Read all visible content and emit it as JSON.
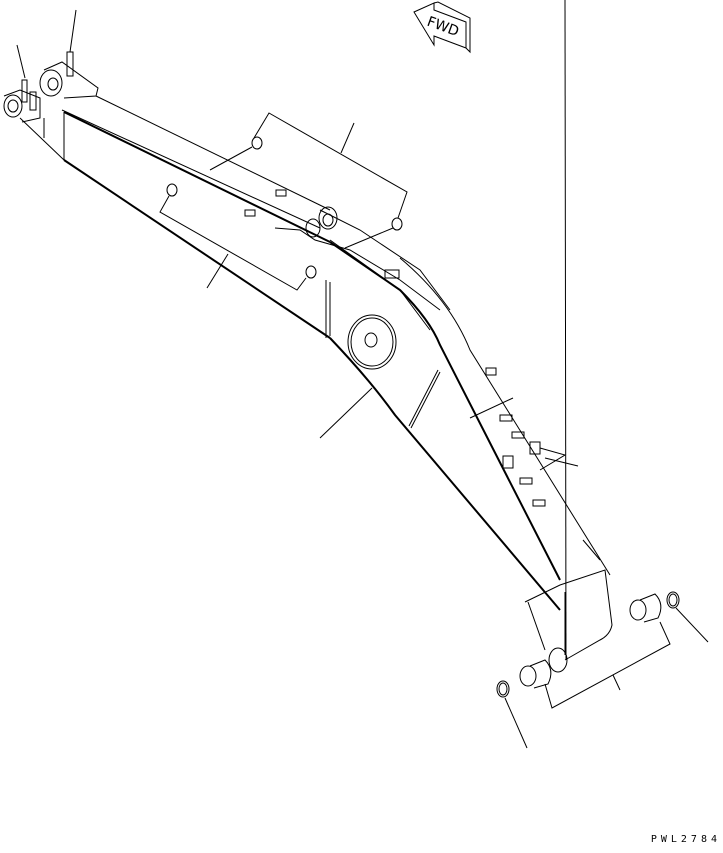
{
  "diagram": {
    "type": "exploded parts diagram",
    "subject": "excavator boom assembly",
    "orientation_marker": {
      "label": "FWD",
      "icon": "forward-arrow-icon"
    },
    "drawing_code": "PWL2784",
    "callout_groups": [
      {
        "name": "top-left-pin-fittings",
        "leaders": 2
      },
      {
        "name": "upper-plugs",
        "leaders": 1,
        "items": 2
      },
      {
        "name": "side-plugs",
        "leaders": 1,
        "items": 2
      },
      {
        "name": "boom-body",
        "leaders": 1
      },
      {
        "name": "pipe-clamps",
        "leaders": 1
      },
      {
        "name": "foot-bushings",
        "leaders": 1,
        "items": 2
      },
      {
        "name": "foot-seal-left",
        "leaders": 1
      },
      {
        "name": "foot-seal-right",
        "leaders": 1
      }
    ]
  }
}
